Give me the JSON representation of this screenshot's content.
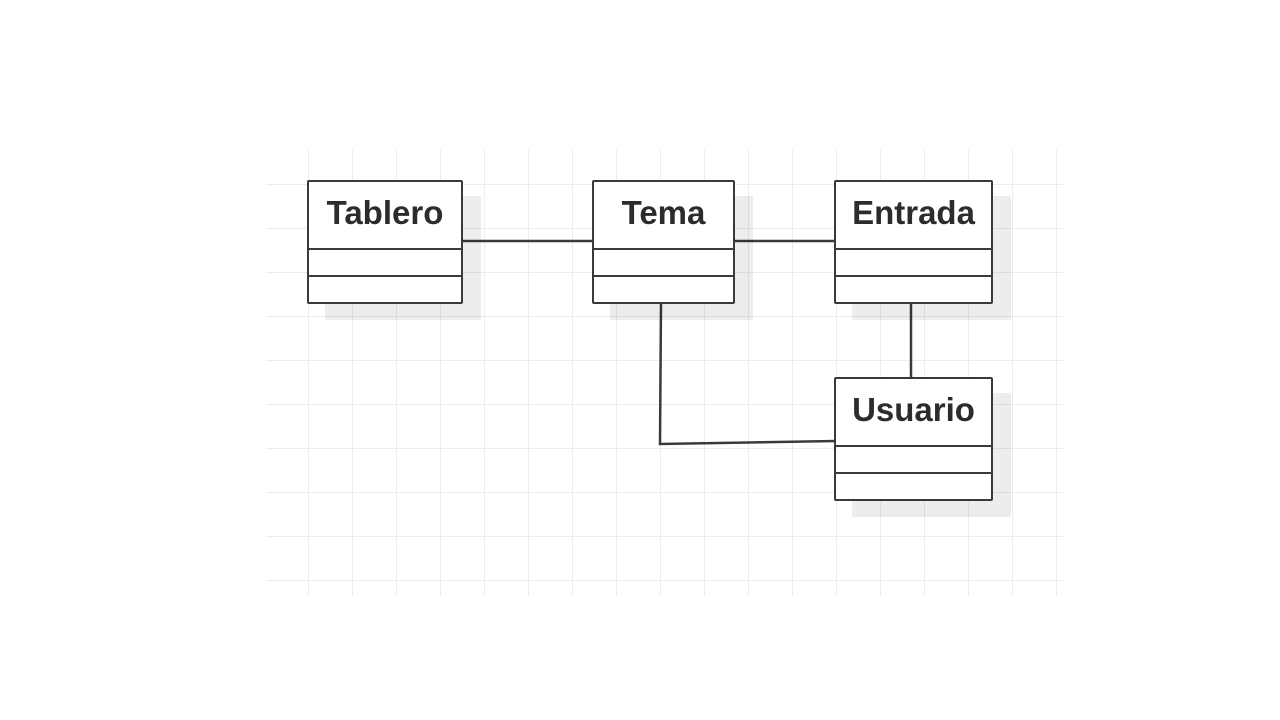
{
  "diagram": {
    "classes": {
      "tablero": {
        "name": "Tablero"
      },
      "tema": {
        "name": "Tema"
      },
      "entrada": {
        "name": "Entrada"
      },
      "usuario": {
        "name": "Usuario"
      }
    },
    "associations": [
      {
        "from": "Tablero",
        "to": "Tema"
      },
      {
        "from": "Tema",
        "to": "Entrada"
      },
      {
        "from": "Entrada",
        "to": "Usuario"
      },
      {
        "from": "Tema",
        "to": "Usuario"
      }
    ]
  },
  "colors": {
    "line": "#3a3a3a",
    "grid": "#ececec",
    "background": "#ffffff"
  }
}
